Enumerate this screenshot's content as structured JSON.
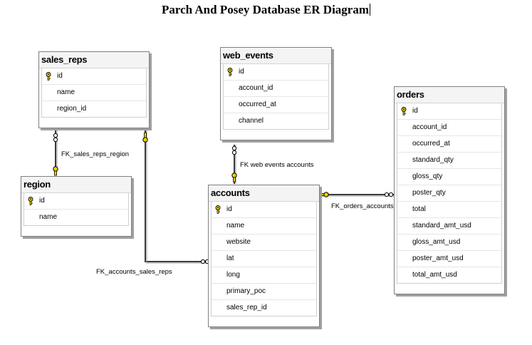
{
  "title": "Parch And Posey Database ER Diagram",
  "tables": {
    "sales_reps": {
      "name": "sales_reps",
      "columns": [
        "id",
        "name",
        "region_id"
      ],
      "pk": "id"
    },
    "web_events": {
      "name": "web_events",
      "columns": [
        "id",
        "account_id",
        "occurred_at",
        "channel"
      ],
      "pk": "id"
    },
    "orders": {
      "name": "orders",
      "columns": [
        "id",
        "account_id",
        "occurred_at",
        "standard_qty",
        "gloss_qty",
        "poster_qty",
        "total",
        "standard_amt_usd",
        "gloss_amt_usd",
        "poster_amt_usd",
        "total_amt_usd"
      ],
      "pk": "id"
    },
    "region": {
      "name": "region",
      "columns": [
        "id",
        "name"
      ],
      "pk": "id"
    },
    "accounts": {
      "name": "accounts",
      "columns": [
        "id",
        "name",
        "website",
        "lat",
        "long",
        "primary_poc",
        "sales_rep_id"
      ],
      "pk": "id"
    }
  },
  "relationships": {
    "sales_reps_region": "FK_sales_reps_region",
    "web_events_accounts": "FK web events accounts",
    "orders_accounts": "FK_orders_accounts",
    "accounts_sales_reps": "FK_accounts_sales_reps"
  },
  "colors": {
    "key": "#e8d000",
    "line": "#3a3a3a",
    "shadow": "#a0a0a0"
  },
  "icons": {
    "primary_key": "key-icon",
    "one_end": "key-endpoint-icon",
    "many_end": "infinity-endpoint-icon"
  }
}
